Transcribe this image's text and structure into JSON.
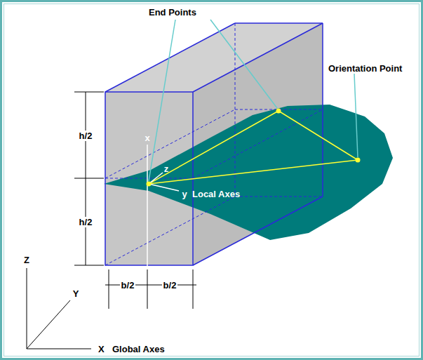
{
  "diagram": {
    "labels": [
      "End Points",
      "Orientation Point",
      "h/2",
      "h/2",
      "x",
      "z",
      "y",
      "Local Axes",
      "Z",
      "Y",
      "b/2",
      "b/2",
      "X",
      "Global Axes"
    ]
  }
}
